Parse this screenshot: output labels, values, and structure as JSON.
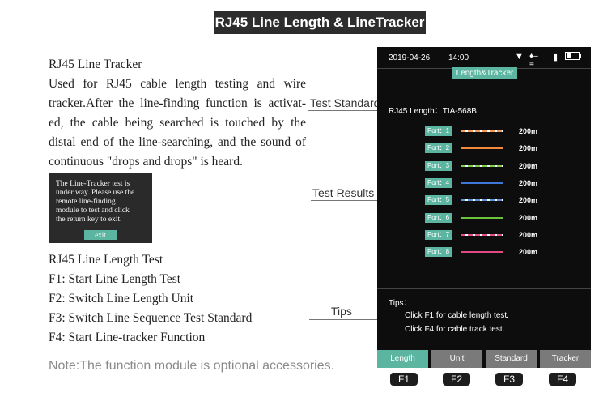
{
  "header": {
    "title": "RJ45 Line Length & LineTracker"
  },
  "description": {
    "heading": "RJ45 Line Tracker",
    "lines": [
      "Used for RJ45 cable length testing and wire",
      "tracker.After the line-finding function is activat-",
      "ed, the cable being searched is touched by the",
      "distal end of the line-searching, and the sound of",
      "continuous \"drops and drops\" is heard."
    ]
  },
  "popup": {
    "lines": [
      "The Line-Tracker test is",
      "under way. Please use the",
      "remote line-finding",
      "module to test and click",
      "the return key to exit."
    ],
    "exit_label": "exit"
  },
  "functions": {
    "heading": "RJ45 Line Length Test",
    "items": [
      "F1: Start Line Length Test",
      "F2: Switch Line Length Unit",
      "F3: Switch Line Sequence Test Standard",
      "F4: Start Line-tracker Function"
    ]
  },
  "note": "Note:The function module is optional accessories.",
  "callouts": {
    "test_standard": "Test Standard",
    "test_results": "Test Results",
    "tips": "Tips"
  },
  "device": {
    "date": "2019-04-26",
    "time": "14:00",
    "battery_level": 0.45,
    "mode_badge": "Length&Tracker",
    "standard_line": "RJ45 Length：TIA-568B",
    "ports": [
      {
        "label": "Port：1",
        "length": "200m",
        "color": "#f29a5a",
        "dashed": true
      },
      {
        "label": "Port：2",
        "length": "200m",
        "color": "#f28c3c",
        "dashed": false
      },
      {
        "label": "Port：3",
        "length": "200m",
        "color": "#7ccf4a",
        "dashed": true
      },
      {
        "label": "Port：4",
        "length": "200m",
        "color": "#3f78d8",
        "dashed": false
      },
      {
        "label": "Port：5",
        "length": "200m",
        "color": "#5a8fe6",
        "dashed": true
      },
      {
        "label": "Port：6",
        "length": "200m",
        "color": "#6cc23c",
        "dashed": false
      },
      {
        "label": "Port：7",
        "length": "200m",
        "color": "#e64f86",
        "dashed": true
      },
      {
        "label": "Port：8",
        "length": "200m",
        "color": "#e04a80",
        "dashed": false
      }
    ],
    "tips_title": "Tips：",
    "tips": [
      "Click F1 for cable length test.",
      "Click F4 for cable track test."
    ],
    "tabs": [
      "Length",
      "Unit",
      "Standard",
      "Tracker"
    ],
    "active_tab": "Length",
    "fkeys": [
      "F1",
      "F2",
      "F3",
      "F4"
    ]
  }
}
